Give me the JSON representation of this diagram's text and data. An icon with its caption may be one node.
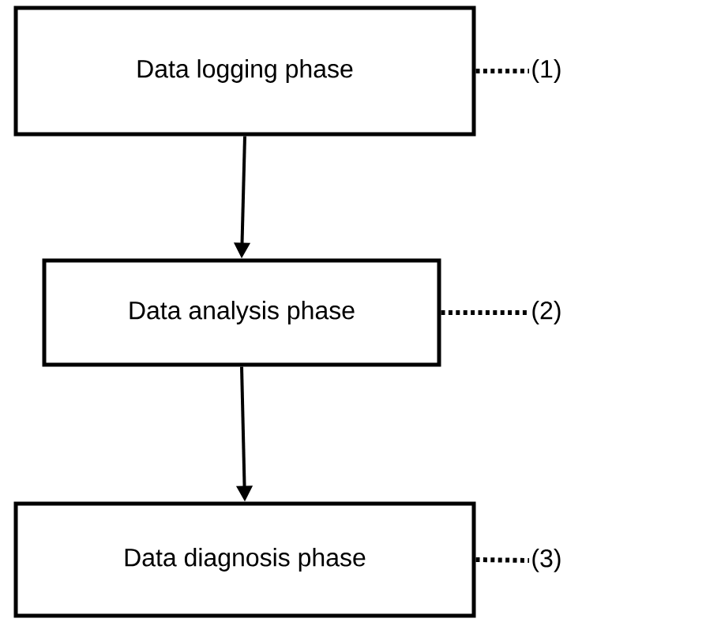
{
  "diagram": {
    "nodes": [
      {
        "text": [
          "Data logging phase"
        ]
      },
      {
        "text": [
          "Data analysis phase"
        ]
      },
      {
        "text": [
          "Data diagnosis phase"
        ]
      },
      {
        "text": [
          "(1)"
        ]
      },
      {
        "text": [
          "(2)"
        ]
      },
      {
        "text": [
          "(3)"
        ]
      }
    ],
    "edges": [
      {
        "from": 0,
        "to": 1,
        "arrow": "to"
      },
      {
        "from": 1,
        "to": 2,
        "arrow": "to"
      },
      {
        "from": 0,
        "to": 3,
        "arrow": "none",
        "style": "dashed"
      },
      {
        "from": 1,
        "to": 4,
        "arrow": "none",
        "style": "dashed"
      },
      {
        "from": 2,
        "to": 5,
        "arrow": "none",
        "style": "dashed"
      }
    ]
  }
}
